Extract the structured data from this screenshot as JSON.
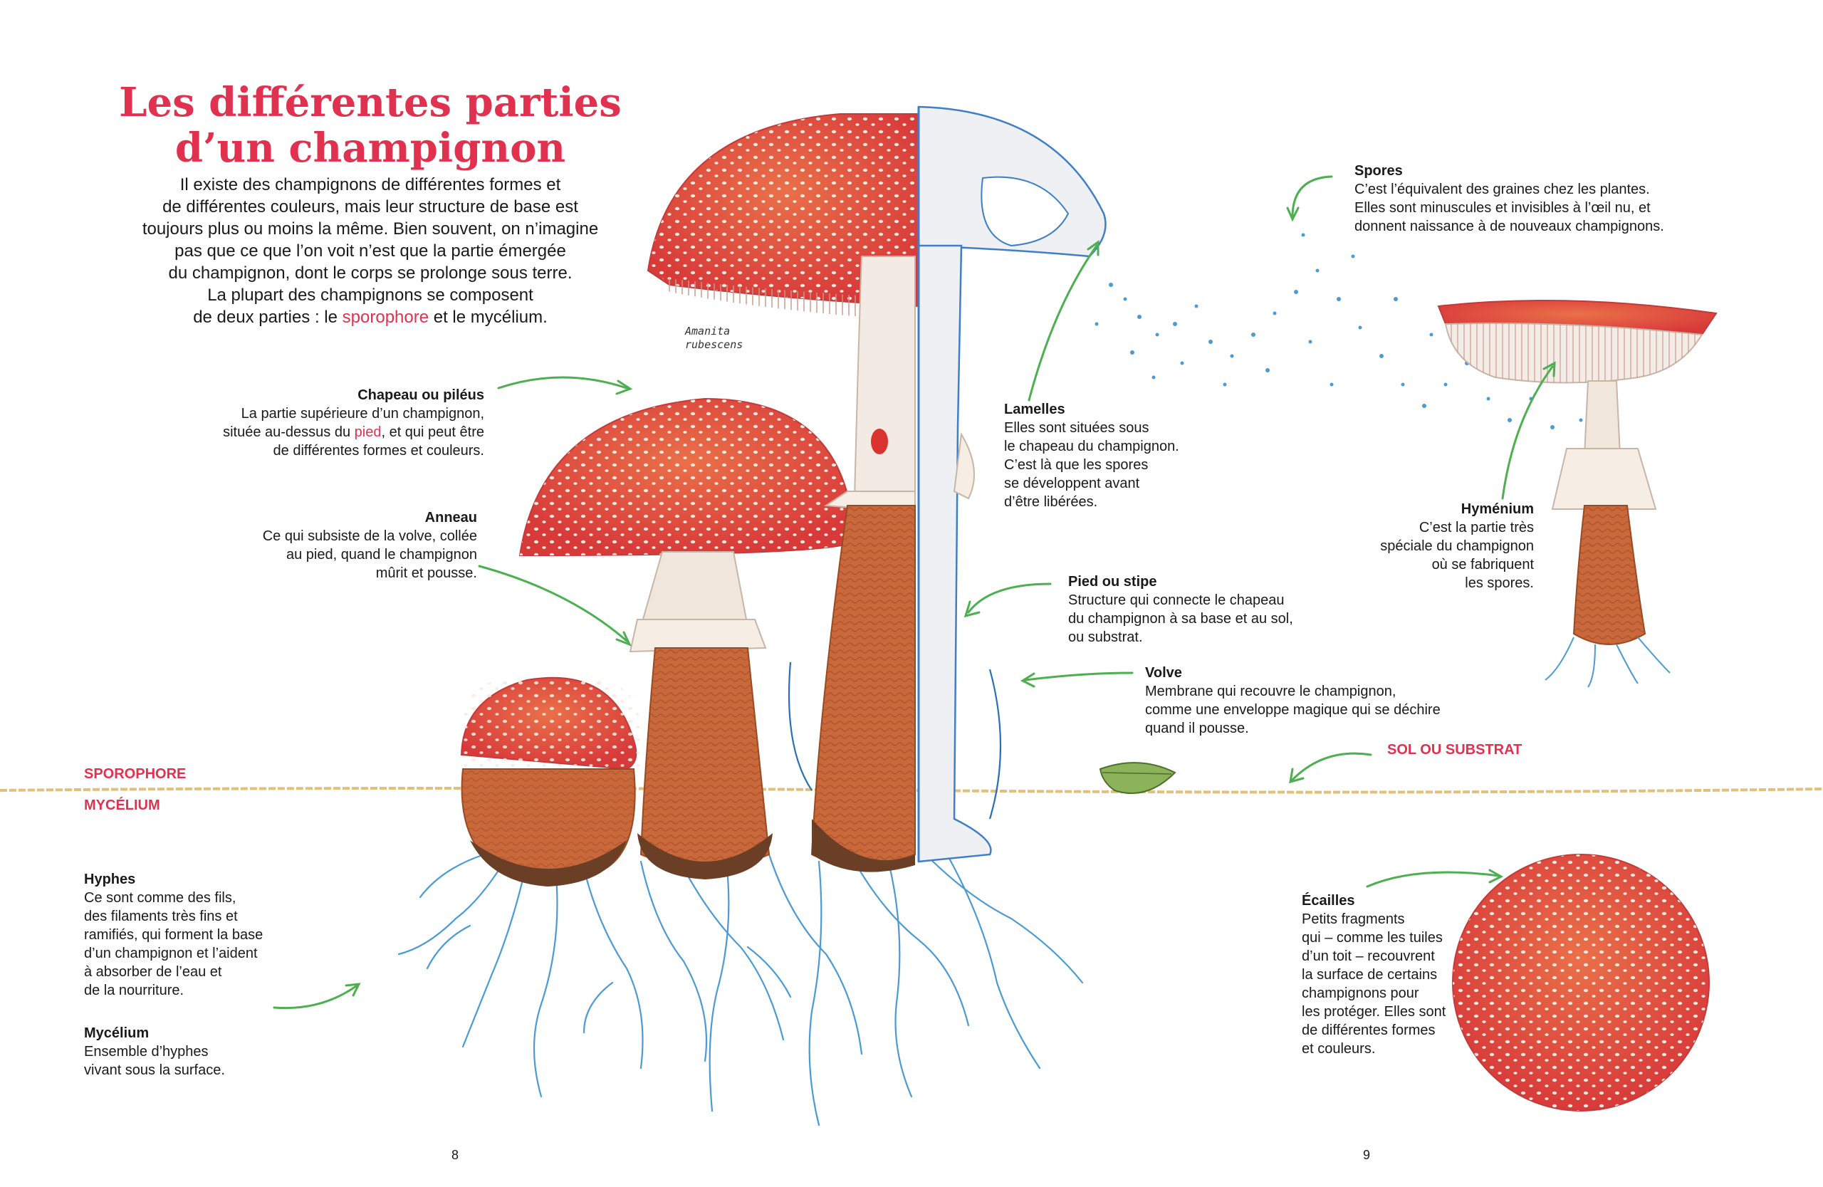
{
  "title": {
    "line1": "Les différentes parties",
    "line2": "d’un champignon"
  },
  "intro": {
    "lines": [
      "Il existe des champignons de différentes formes et",
      "de différentes couleurs, mais leur structure de base est",
      "toujours plus ou moins la même. Bien souvent, on n’imagine",
      "pas que ce que l’on voit n’est que la partie émergée",
      "du champignon, dont le corps se prolonge sous terre.",
      "La plupart des champignons se composent"
    ],
    "last_prefix": "de deux parties : le ",
    "last_highlight": "sporophore",
    "last_suffix": " et le mycélium."
  },
  "species": {
    "line1": "Amanita",
    "line2": "rubescens"
  },
  "labels": {
    "chapeau": {
      "head": "Chapeau ou piléus",
      "line1": "La partie supérieure d’un champignon,",
      "line2_prefix": "située au-dessus du ",
      "line2_highlight": "pied",
      "line2_suffix": ", et qui peut être",
      "line3": "de différentes formes et couleurs."
    },
    "anneau": {
      "head": "Anneau",
      "lines": [
        "Ce qui subsiste de la volve, collée",
        "au pied, quand le champignon",
        "mûrit et pousse."
      ]
    },
    "lamelles": {
      "head": "Lamelles",
      "lines": [
        "Elles sont situées sous",
        "le chapeau du champignon.",
        "C’est là que les spores",
        "se développent avant",
        "d’être libérées."
      ]
    },
    "spores": {
      "head": "Spores",
      "lines": [
        "C’est l’équivalent des graines chez les plantes.",
        "Elles sont minuscules et invisibles à l’œil nu, et",
        "donnent naissance à de nouveaux champignons."
      ]
    },
    "hymenium": {
      "head": "Hyménium",
      "lines": [
        "C’est la partie très",
        "spéciale du champignon",
        "où se fabriquent",
        "les spores."
      ]
    },
    "pied": {
      "head": "Pied ou stipe",
      "lines": [
        "Structure qui connecte le chapeau",
        "du champignon à sa base et au sol,",
        "ou substrat."
      ]
    },
    "volve": {
      "head": "Volve",
      "lines": [
        "Membrane qui recouvre le champignon,",
        "comme une enveloppe magique qui se déchire",
        "quand il pousse."
      ]
    },
    "sol": "SOL OU SUBSTRAT",
    "sporophore": "SPOROPHORE",
    "mycelium_zone": "MYCÉLIUM",
    "hyphes": {
      "head": "Hyphes",
      "lines": [
        "Ce sont comme des fils,",
        "des filaments très fins et",
        "ramifiés, qui forment la base",
        "d’un champignon et l’aident",
        "à absorber de l’eau et",
        "de la nourriture."
      ]
    },
    "mycelium": {
      "head": "Mycélium",
      "lines": [
        "Ensemble d’hyphes",
        "vivant sous la surface."
      ]
    },
    "ecailles": {
      "head": "Écailles",
      "lines": [
        "Petits fragments",
        "qui – comme les tuiles",
        "d’un toit – recouvrent",
        "la surface de certains",
        "champignons pour",
        "les protéger. Elles sont",
        "de différentes formes",
        "et couleurs."
      ]
    }
  },
  "pages": {
    "left": "8",
    "right": "9"
  },
  "colors": {
    "accent": "#e0324f",
    "arrow": "#4caf50",
    "cap": "#e2553f",
    "stem": "#c9683a",
    "hyphae": "#4a9ad6"
  }
}
